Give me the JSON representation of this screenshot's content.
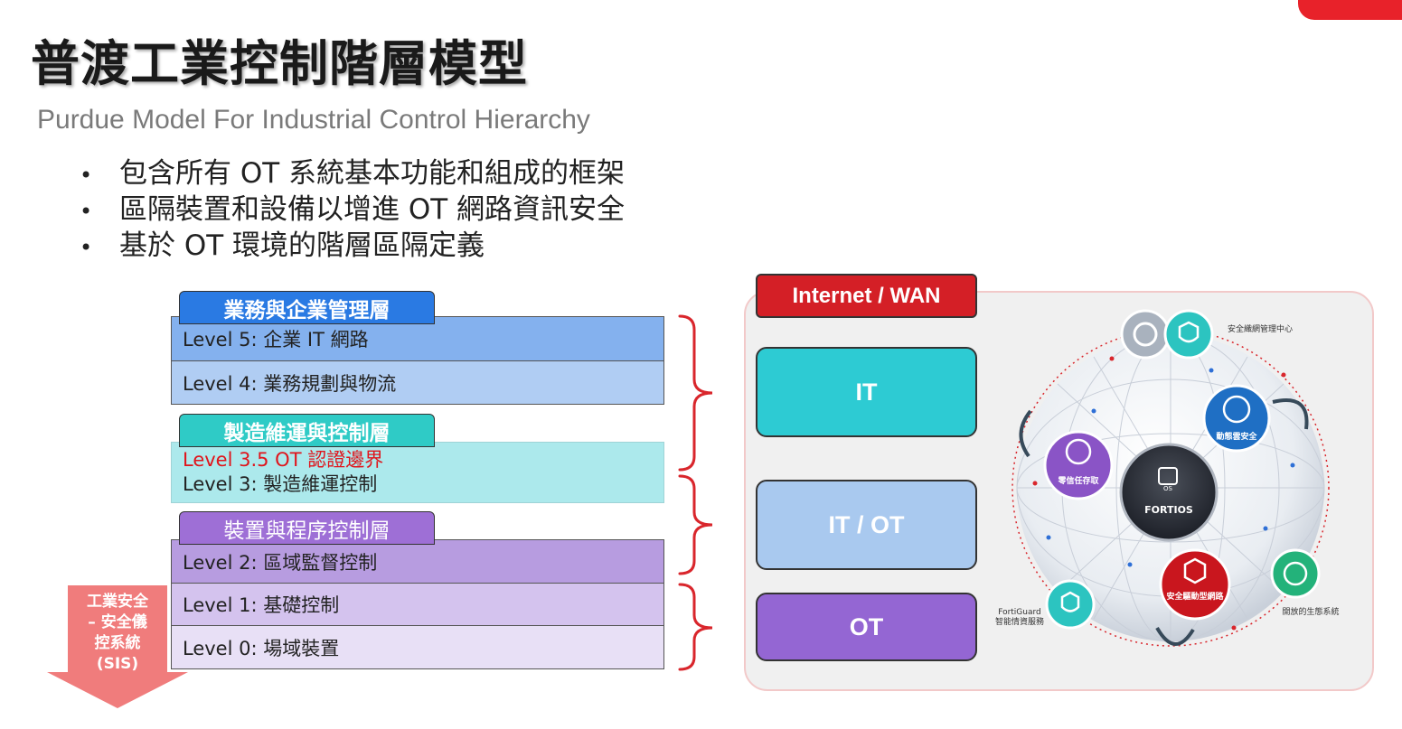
{
  "title": "普渡工業控制階層模型",
  "subtitle": "Purdue Model For Industrial Control Hierarchy",
  "bullets": [
    "包含所有 OT 系統基本功能和組成的框架",
    "區隔裝置和設備以增進 OT 網路資訊安全",
    "基於 OT 環境的階層區隔定義"
  ],
  "layers": {
    "business": "業務與企業管理層",
    "manufacturing": "製造維運與控制層",
    "device": "裝置與程序控制層"
  },
  "levels": {
    "l5": "Level 5: 企業 IT 網路",
    "l4": "Level 4: 業務規劃與物流",
    "l35": "Level 3.5 OT 認證邊界",
    "l3": "Level 3: 製造維運控制",
    "l2": "Level 2: 區域監督控制",
    "l1": "Level 1: 基礎控制",
    "l0": "Level 0: 場域裝置"
  },
  "sis": [
    "工業安全",
    "– 安全儀",
    "控系統",
    "(SIS)"
  ],
  "zones": {
    "internet": "Internet / WAN",
    "it": "IT",
    "itot": "IT / OT",
    "ot": "OT"
  },
  "fortios": {
    "center_os": "OS",
    "center": "FORTIOS",
    "mgmt": "安全織網管理中心",
    "cloud": "動態雲安全",
    "zero_trust": "零信任存取",
    "sdn": "安全驅動型網路",
    "fortiguard_1": "FortiGuard",
    "fortiguard_2": "智能情資服務",
    "ecosystem": "開放的生態系統"
  },
  "colors": {
    "accent_red": "#e8222a",
    "it_teal": "#2dcbd3",
    "itot_blue": "#a9c9ef",
    "ot_purple": "#9466d3",
    "biz_blue": "#2a7ae3",
    "sis_salmon": "#f07c7c"
  }
}
